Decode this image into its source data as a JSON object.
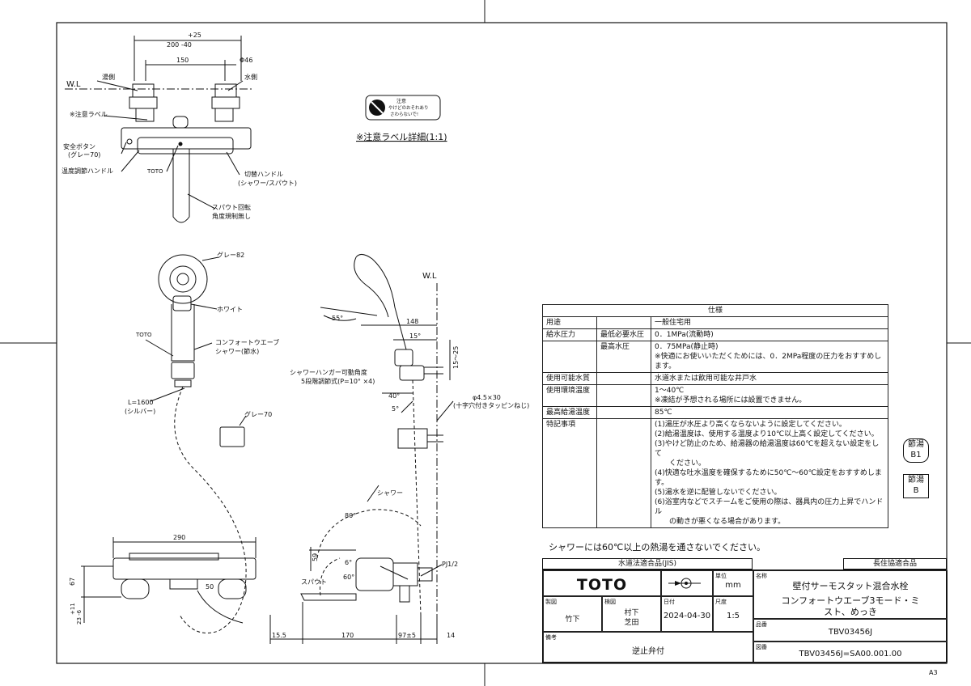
{
  "sheet": {
    "size_mark": "A3"
  },
  "label_detail": {
    "title": "※注意ラベル詳細(1:1)",
    "badge_heading": "注意",
    "badge_text1": "やけどのおそれあり",
    "badge_text2": "さわらないで!"
  },
  "top_view": {
    "dim_top": "+25",
    "dim_width": "200 -40",
    "dim_pitch": "150",
    "dim_diameter": "Φ46",
    "wl": "W.L",
    "hot_side": "湯側",
    "cold_side": "水側",
    "caution_label": "※注意ラベル",
    "safety_button": "安全ボタン",
    "safety_button_color": "(グレー70)",
    "temp_handle": "温度調節ハンドル",
    "brand": "TOTO",
    "switch_handle": "切替ハンドル",
    "switch_handle_sub": "(シャワー/スパウト)",
    "spout_note1": "スパウト回転",
    "spout_note2": "角度規制無し"
  },
  "shower_head": {
    "gray": "グレー82",
    "white": "ホワイト",
    "brand": "TOTO",
    "name1": "コンフォートウエーブ",
    "name2": "シャワー(節水)",
    "hose": "L=1600",
    "hose_color": "(シルバー)",
    "holder_color": "グレー70"
  },
  "side_view": {
    "wl": "W.L",
    "angle_55": "55°",
    "dim_148": "148",
    "angle_15": "15°",
    "dim_15_25": "15～25",
    "hanger_note1": "シャワーハンガー可動角度",
    "hanger_note2": "5段階調節式(P=10° ×4)",
    "angle_40": "40°",
    "angle_5": "5°",
    "screw1": "φ4.5×30",
    "screw2": "(十字穴付きタッピンねじ)"
  },
  "front_view": {
    "dim_290": "290",
    "dim_67": "67",
    "dim_11": "+11",
    "dim_23": "23 -6",
    "dim_50": "50",
    "shower": "シャワー",
    "angle_80": "80°",
    "dim_59": "59",
    "angle_6": "6°",
    "angle_60": "60°",
    "spout": "スパウト",
    "pj": "PJ1/2",
    "dim_15_5": "15.5",
    "dim_170": "170",
    "dim_97": "97±5",
    "dim_14": "14"
  },
  "spec": {
    "header": "仕様",
    "rows": [
      {
        "k1": "用途",
        "k2": "",
        "v": [
          "一般住宅用"
        ]
      },
      {
        "k1": "給水圧力",
        "k2": "最低必要水圧",
        "v": [
          "0．1MPa(流動時)"
        ]
      },
      {
        "k1": "",
        "k2": "最高水圧",
        "v": [
          "0．75MPa(静止時)",
          "※快適にお使いいただくためには、0．2MPa程度の圧力をおすすめします。"
        ]
      },
      {
        "k1": "使用可能水質",
        "k2": "",
        "v": [
          "水道水または飲用可能な井戸水"
        ]
      },
      {
        "k1": "使用環境温度",
        "k2": "",
        "v": [
          "1～40℃",
          "※凍結が予想される場所には設置できません。"
        ]
      },
      {
        "k1": "最高給湯温度",
        "k2": "",
        "v": [
          "85℃"
        ]
      },
      {
        "k1": "特記事項",
        "k2": "",
        "v": [
          "(1)湯圧が水圧より高くならないように設定してください。",
          "(2)給湯温度は、使用する温度より10℃以上高く設定してください。",
          "(3)やけど防止のため、給湯器の給湯温度は60℃を超えない設定をして",
          "　　ください。",
          "(4)快適な吐水温度を確保するために50℃～60℃設定をおすすめします。",
          "(5)湯水を逆に配管しないでください。",
          "(6)浴室内などでスチームをご使用の際は、器具内の圧力上昇でハンドル",
          "　　の動きが悪くなる場合があります。"
        ]
      }
    ]
  },
  "marks": {
    "m1a": "節湯",
    "m1b": "B1",
    "m2a": "節湯",
    "m2b": "B"
  },
  "notice": "シャワーには60℃以上の熱湯を通さないでください。",
  "title_block": {
    "jis": "水道法適合品(JIS)",
    "chojyu": "長住協適合品",
    "brand": "TOTO",
    "unit_label": "単位",
    "unit": "mm",
    "name_label": "名称",
    "name1": "壁付サーモスタット混合水栓",
    "name2": "コンフォートウエーブ3モード・ミ",
    "name3": "スト、めっき",
    "drawn_label": "製図",
    "drawn": "竹下",
    "check_label": "検図",
    "check1": "村下",
    "check2": "芝田",
    "date_label": "日付",
    "date": "2024-04-30",
    "scale_label": "尺度",
    "scale": "1:5",
    "product_label": "品番",
    "product": "TBV03456J",
    "remark_label": "備考",
    "remark": "逆止弁付",
    "drawing_label": "図番",
    "drawing": "TBV03456J=SA00.001.00"
  }
}
